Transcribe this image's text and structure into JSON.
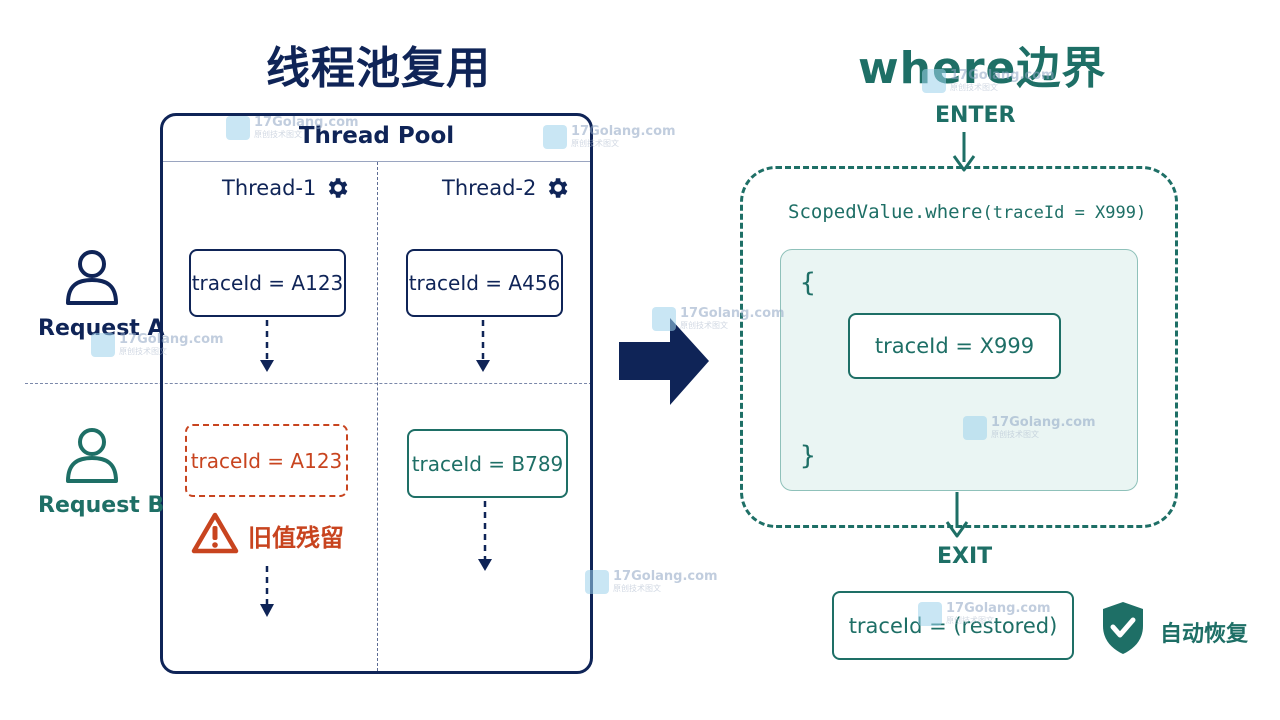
{
  "left_title": "线程池复用",
  "right_title": "where边界",
  "pool": {
    "title": "Thread Pool",
    "threads": [
      {
        "label": "Thread-1",
        "icon": "gear-icon"
      },
      {
        "label": "Thread-2",
        "icon": "gear-icon"
      }
    ]
  },
  "requests": [
    {
      "label": "Request A",
      "icon": "user-icon",
      "color": "#0f2457"
    },
    {
      "label": "Request B",
      "icon": "user-icon",
      "color": "#1e6f66"
    }
  ],
  "cells": {
    "a_thread1": "traceId = A123",
    "a_thread2": "traceId = A456",
    "b_thread1": "traceId = A123",
    "b_thread2": "traceId = B789"
  },
  "warning": {
    "label": "旧值残留",
    "icon": "warning-icon"
  },
  "scope": {
    "enter_label": "ENTER",
    "code_prefix": "ScopedValue.where",
    "code_args": "(traceId = X999)",
    "open_brace": "{",
    "close_brace": "}",
    "inner_value": "traceId = X999",
    "exit_label": "EXIT",
    "restored_value": "traceId = (restored)",
    "auto_label": "自动恢复",
    "auto_icon": "shield-check-icon"
  },
  "watermark": {
    "text": "17Golang.com",
    "subtext": "原创技术图文"
  },
  "colors": {
    "navy": "#0f2457",
    "teal": "#1e6f66",
    "red": "#c8441f"
  }
}
